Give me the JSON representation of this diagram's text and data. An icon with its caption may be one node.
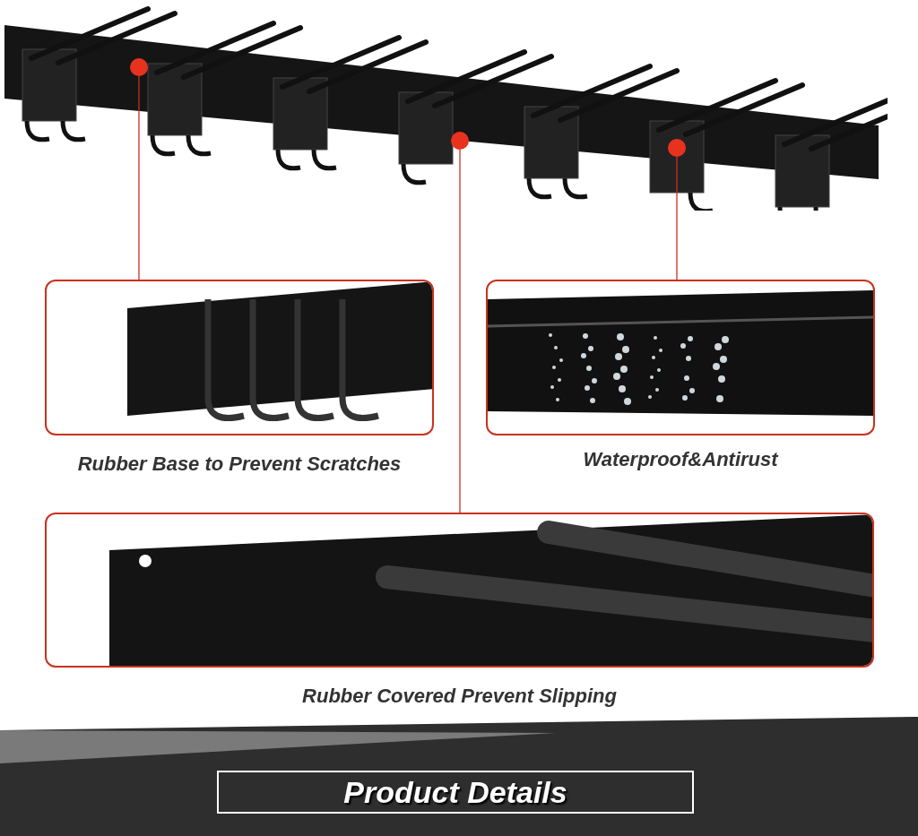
{
  "diagram": {
    "title": "Product Details",
    "nodes": [
      {
        "text": [],
        "shape": "picture"
      },
      {
        "text": [],
        "shape": "circle",
        "in": 0
      },
      {
        "text": [],
        "shape": "circle",
        "in": 0
      },
      {
        "text": [],
        "shape": "circle",
        "in": 0
      },
      {
        "text": [
          "Rubber Base to Prevent Scratches"
        ]
      },
      {
        "text": [
          "Waterproof&Antirust"
        ]
      },
      {
        "text": [
          "Rubber Covered Prevent Slipping"
        ]
      }
    ],
    "edges": [
      {
        "from": 1,
        "to": 4,
        "arrow": "none"
      },
      {
        "from": 3,
        "to": 5,
        "arrow": "none"
      },
      {
        "from": 2,
        "to": 6,
        "arrow": "none"
      }
    ]
  }
}
